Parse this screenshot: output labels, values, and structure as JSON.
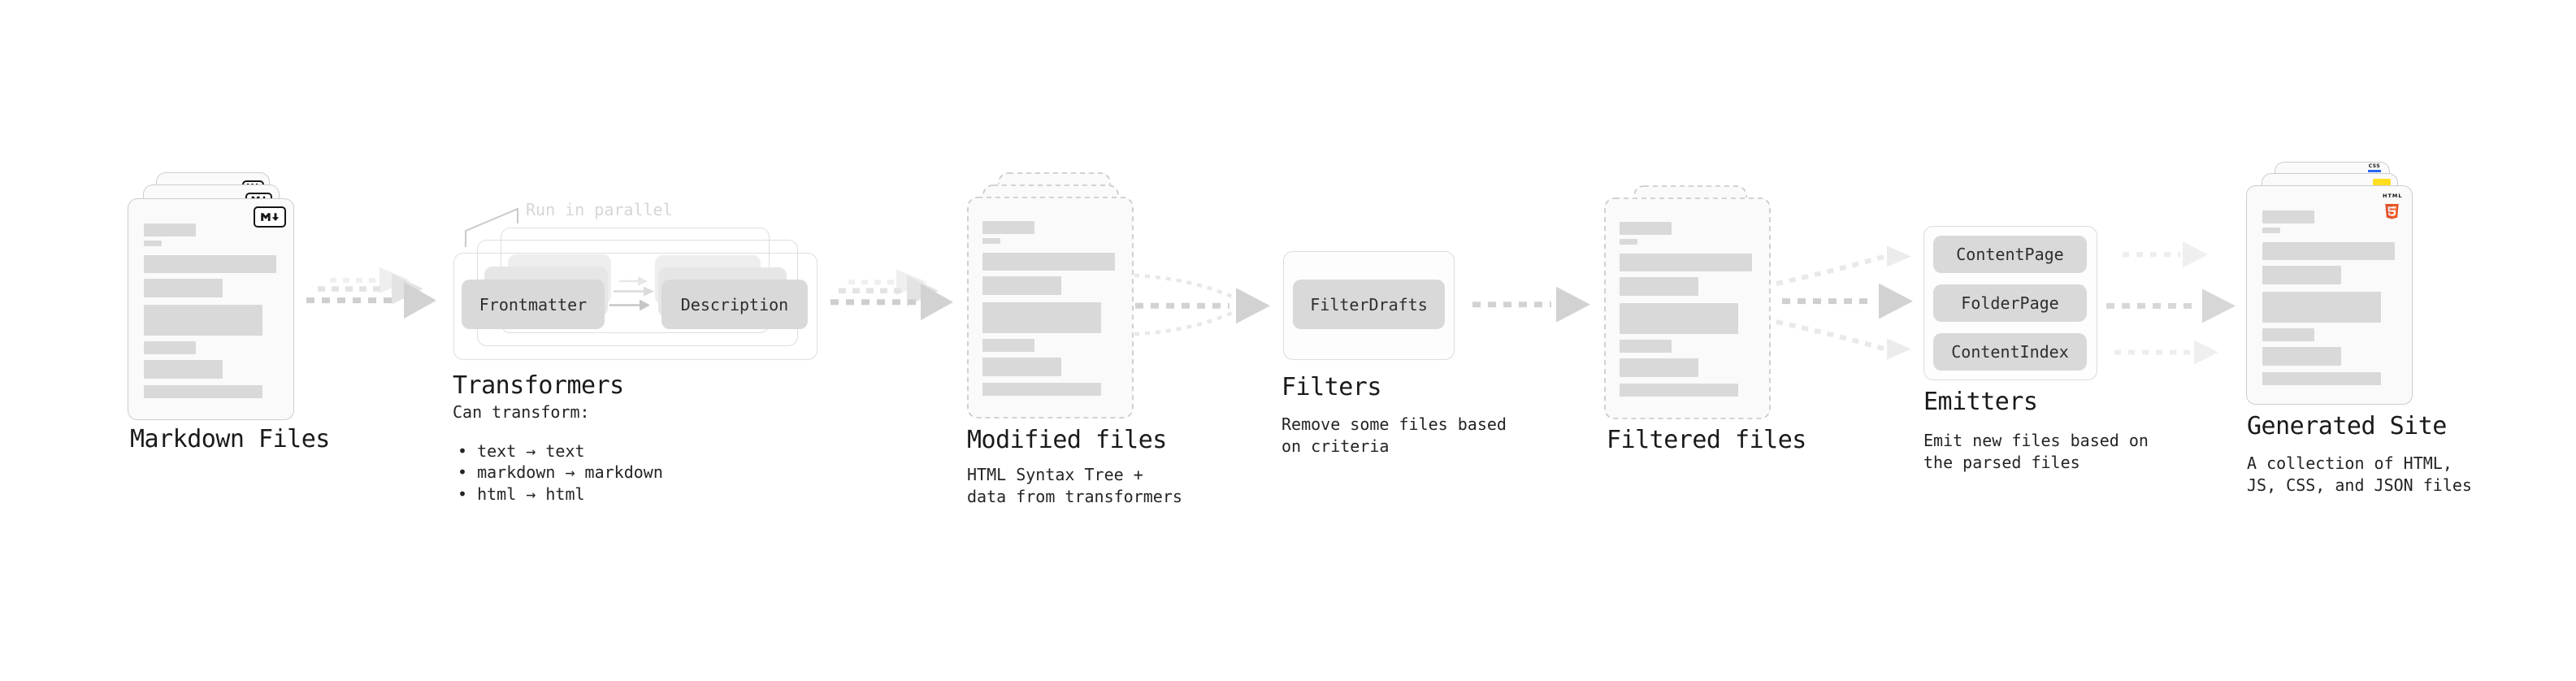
{
  "diagram": {
    "stages": {
      "markdown_files": {
        "label": "Markdown Files",
        "stack_count": 3,
        "badge_glyph": "M↓"
      },
      "transformers": {
        "label": "Transformers",
        "annotation": "Run in parallel",
        "nodes": [
          "Frontmatter",
          "Description"
        ],
        "caption_title": "Can transform:",
        "bullets": [
          "• text → text",
          "• markdown → markdown",
          "• html → html"
        ]
      },
      "modified_files": {
        "label": "Modified files",
        "stack_count": 3,
        "caption": "HTML Syntax Tree +\ndata from transformers"
      },
      "filters": {
        "label": "Filters",
        "nodes": [
          "FilterDrafts"
        ],
        "caption": "Remove some files based\non criteria"
      },
      "filtered_files": {
        "label": "Filtered files",
        "stack_count": 2
      },
      "emitters": {
        "label": "Emitters",
        "nodes": [
          "ContentPage",
          "FolderPage",
          "ContentIndex"
        ],
        "caption": "Emit new files based on\nthe parsed files"
      },
      "generated_site": {
        "label": "Generated Site",
        "stack_count": 3,
        "badges": [
          "CSS",
          "JS",
          "HTML5"
        ],
        "caption": "A collection of HTML,\nJS, CSS, and JSON files"
      }
    },
    "icons": {
      "markdown": "M↓",
      "html5_word": "HTML",
      "css_word": "CSS"
    },
    "colors": {
      "background": "#ffffff",
      "card_bg": "#fafafa",
      "card_border": "#cdcdcd",
      "dashed_border": "#c6c6c6",
      "placeholder_bar": "#d9d9d9",
      "node_button": "#d9d9d9",
      "arrow_front": "#d2d2d2",
      "arrow_faded": "#e9e9e9",
      "text_dark": "#1a1a1a",
      "annotation_muted": "#d6d6d6",
      "html5_orange": "#e44d26",
      "html5_orange_light": "#f16529",
      "js_yellow": "#ffdd1f",
      "css_blue": "#2965f1"
    }
  }
}
